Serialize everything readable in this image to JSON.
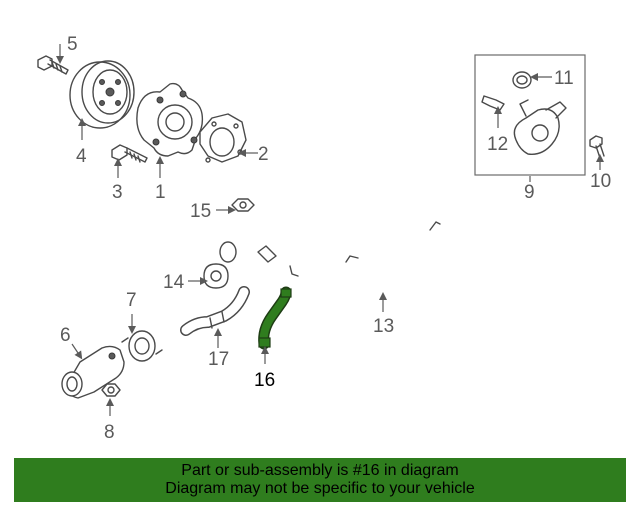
{
  "callouts": {
    "c1": "1",
    "c2": "2",
    "c3": "3",
    "c4": "4",
    "c5": "5",
    "c6": "6",
    "c7": "7",
    "c8": "8",
    "c9": "9",
    "c10": "10",
    "c11": "11",
    "c12": "12",
    "c13": "13",
    "c14": "14",
    "c15": "15",
    "c16": "16",
    "c17": "17"
  },
  "highlight_color": "#2f7d1e",
  "banner": {
    "line1": "Part or sub-assembly is #16 in diagram",
    "line2": "Diagram may not be specific to your vehicle"
  }
}
